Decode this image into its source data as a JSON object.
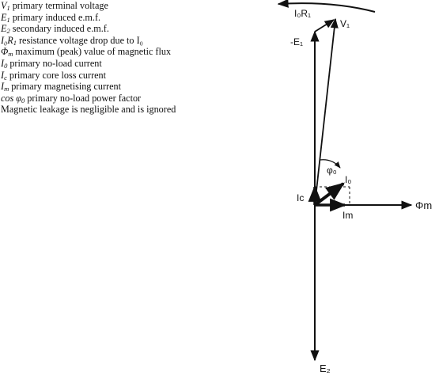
{
  "legend": [
    {
      "symbol": "V",
      "sub": "1",
      "text": "primary terminal voltage"
    },
    {
      "symbol": "E",
      "sub": "1",
      "text": "primary induced e.m.f."
    },
    {
      "symbol": "E",
      "sub": "2",
      "text": "secondary induced e.m.f."
    },
    {
      "symbol": "I₀R",
      "sub": "1",
      "text": "resistance voltage drop due to I₀"
    },
    {
      "symbol": "Φ",
      "sub": "m",
      "text": "maximum (peak) value of magnetic flux"
    },
    {
      "symbol": "I",
      "sub": "0",
      "text": "primary no-load current"
    },
    {
      "symbol": "I",
      "sub": "c",
      "text": "primary core loss current"
    },
    {
      "symbol": "I",
      "sub": "m",
      "text": "primary magnetising current"
    },
    {
      "symbol": "cos φ",
      "sub": "0",
      "text": "primary no-load power factor"
    },
    {
      "symbol": "",
      "sub": "",
      "text": "Magnetic leakage is negligible and is ignored"
    }
  ],
  "diagram": {
    "labels": {
      "v1": "V₁",
      "minus_e1": "-E₁",
      "i0r1": "I₀R₁",
      "e2": "E₂",
      "phi_m": "Φm",
      "i0": "I₀",
      "ic": "Ic",
      "im": "Im",
      "phi0": "φ₀"
    }
  }
}
